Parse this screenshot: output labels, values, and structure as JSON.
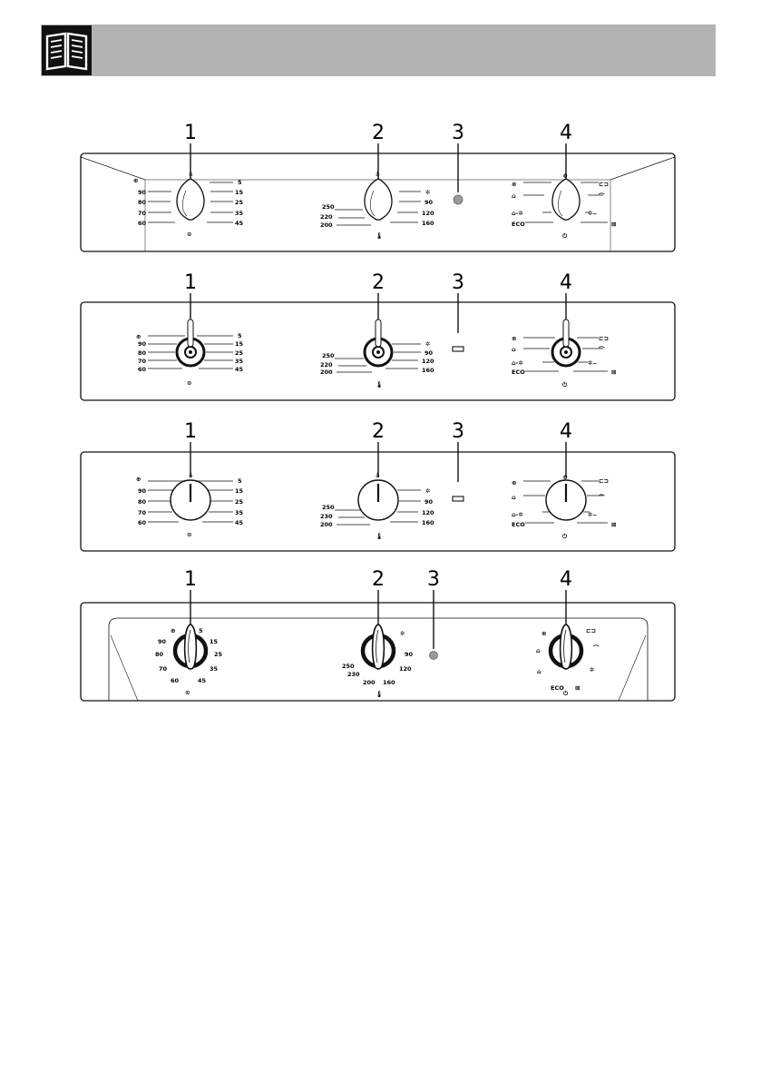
{
  "header": {
    "icon": "open-book-icon",
    "color": "#b3b3b3"
  },
  "callouts": [
    "1",
    "2",
    "3",
    "4"
  ],
  "timer_labels": [
    "90",
    "80",
    "70",
    "60",
    "5",
    "15",
    "25",
    "35",
    "45"
  ],
  "temp_labels": [
    "90",
    "120",
    "160",
    "250",
    "220",
    "200"
  ],
  "temp_labels_alt": [
    "90",
    "120",
    "160",
    "250",
    "230",
    "200"
  ],
  "eco_label": "ECO",
  "zero_label": "0",
  "timer_labels_round": [
    "90",
    "80",
    "70",
    "60",
    "45",
    "35",
    "25",
    "15",
    "5"
  ],
  "temp_labels_round": [
    "250",
    "230",
    "200",
    "160",
    "120",
    "90"
  ]
}
